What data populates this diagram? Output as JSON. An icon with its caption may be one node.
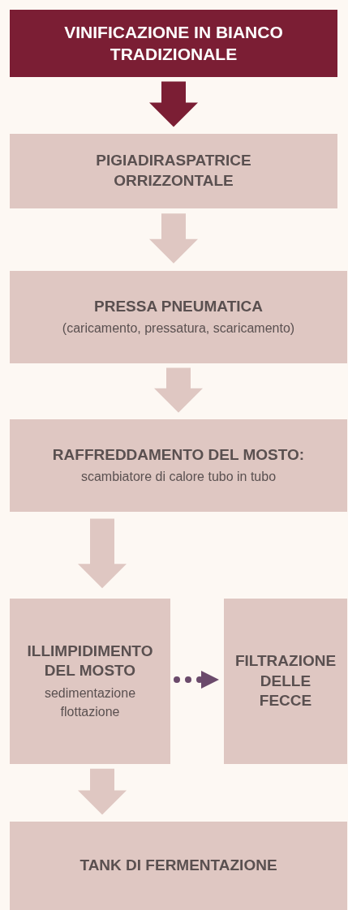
{
  "diagram": {
    "nodes": [
      {
        "text": [
          "VINIFICAZIONE IN BIANCO TRADIZIONALE"
        ]
      },
      {
        "text": [
          "PIGIADIRASPATRICE ORRIZZONTALE"
        ]
      },
      {
        "text": [
          "PRESSA PNEUMATICA",
          "(caricamento, pressatura, scaricamento)"
        ]
      },
      {
        "text": [
          "RAFFREDDAMENTO DEL MOSTO:",
          "scambiatore di calore tubo in tubo"
        ]
      },
      {
        "text": [
          "ILLIMPIDIMENTO DEL MOSTO",
          "sedimentazione flottazione"
        ]
      },
      {
        "text": [
          "FILTRAZIONE DELLE FECCE"
        ]
      },
      {
        "text": [
          "TANK DI FERMENTAZIONE"
        ]
      }
    ],
    "edges": [
      {
        "from": 0,
        "to": 1,
        "arrow": "to",
        "style": "thick",
        "color": "#7b1e34"
      },
      {
        "from": 1,
        "to": 2,
        "arrow": "to",
        "style": "thick"
      },
      {
        "from": 2,
        "to": 3,
        "arrow": "to",
        "style": "thick"
      },
      {
        "from": 3,
        "to": 4,
        "arrow": "to",
        "style": "thick"
      },
      {
        "from": 4,
        "to": 5,
        "arrow": "to",
        "style": "dashed",
        "color": "#6b4a6b"
      },
      {
        "from": 4,
        "to": 6,
        "arrow": "to",
        "style": "thick"
      }
    ]
  }
}
